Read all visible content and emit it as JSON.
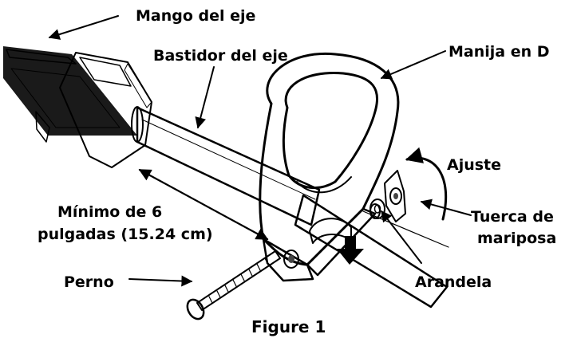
{
  "labels": {
    "shaft_handle": "Mango del eje",
    "shaft_housing": "Bastidor del eje",
    "d_handle": "Manija en D",
    "adjust": "Ajuste",
    "minimum_line1": "Mínimo de 6",
    "minimum_line2": "pulgadas (15.24 cm)",
    "wing_nut_line1": "Tuerca de",
    "wing_nut_line2": "mariposa",
    "bolt": "Perno",
    "washer": "Arandela"
  },
  "caption": "Figure 1"
}
